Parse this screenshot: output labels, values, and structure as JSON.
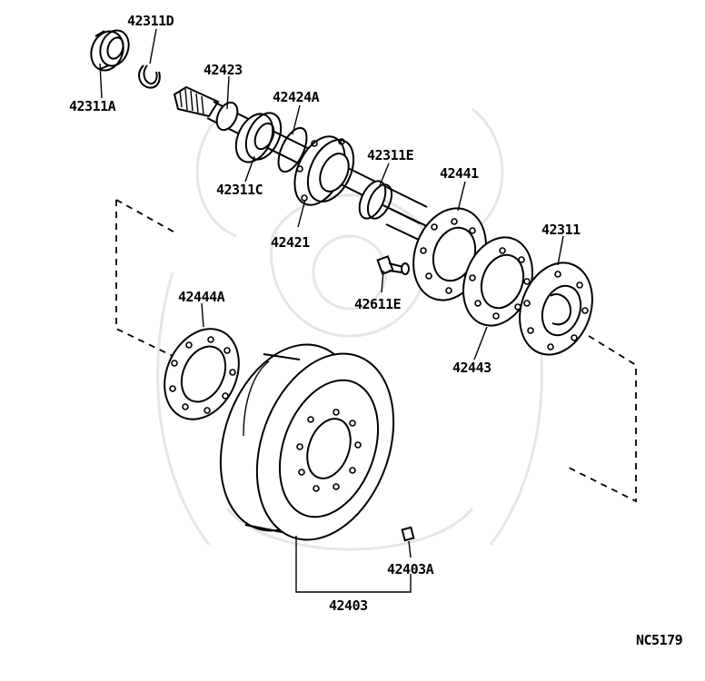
{
  "parts": [
    {
      "key": "p42311D",
      "label": "42311D"
    },
    {
      "key": "p42311A",
      "label": "42311A"
    },
    {
      "key": "p42423",
      "label": "42423"
    },
    {
      "key": "p42424A",
      "label": "42424A"
    },
    {
      "key": "p42311E",
      "label": "42311E"
    },
    {
      "key": "p42311C",
      "label": "42311C"
    },
    {
      "key": "p42421",
      "label": "42421"
    },
    {
      "key": "p42441",
      "label": "42441"
    },
    {
      "key": "p42311",
      "label": "42311"
    },
    {
      "key": "p42611E",
      "label": "42611E"
    },
    {
      "key": "p42444A",
      "label": "42444A"
    },
    {
      "key": "p42443",
      "label": "42443"
    },
    {
      "key": "p42403A",
      "label": "42403A"
    },
    {
      "key": "p42403",
      "label": "42403"
    }
  ],
  "diagram_code": "NC5179"
}
